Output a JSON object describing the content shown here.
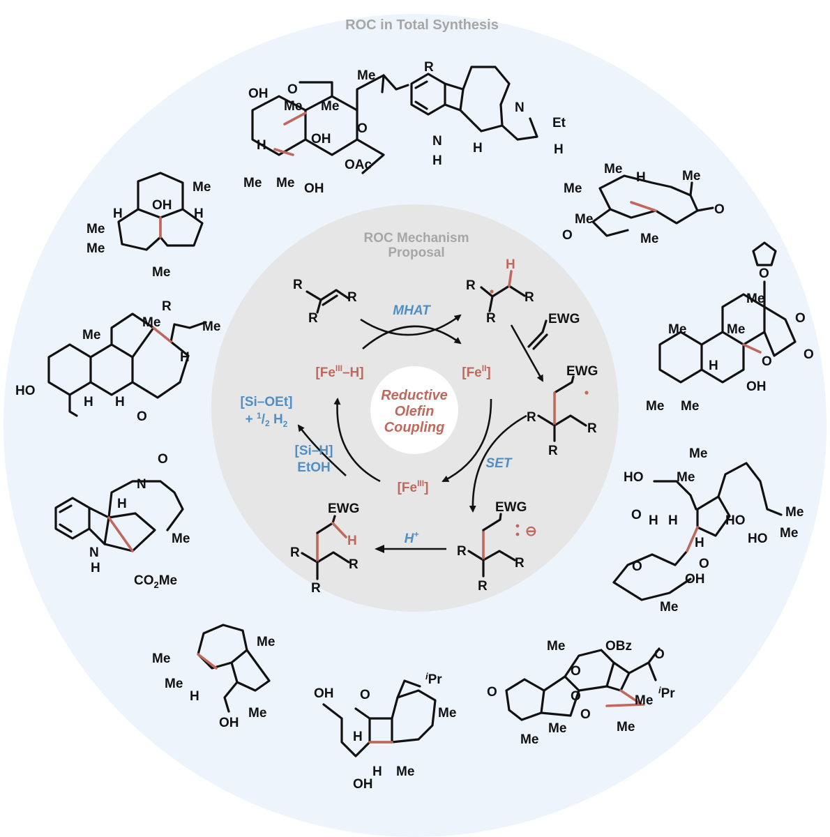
{
  "colors": {
    "outer_disk": "#eef4fb",
    "inner_disk": "#e6e6e6",
    "center_disk": "#ffffff",
    "accent_red": "#c0685c",
    "accent_blue": "#4f8fc6",
    "title_grey": "#a6a6a6",
    "ink": "#111111"
  },
  "titles": {
    "outer": "ROC in Total Synthesis",
    "inner_line1": "ROC Mechanism",
    "inner_line2": "Proposal"
  },
  "center": {
    "line1": "Reductive",
    "line2": "Olefin",
    "line3": "Coupling"
  },
  "cycle": {
    "fe3h_main": "[Fe",
    "fe3h_sup": "III",
    "fe3h_tail": "–H]",
    "fe2_main": "[Fe",
    "fe2_sup": "II",
    "fe2_tail": "]",
    "fe3_main": "[Fe",
    "fe3_sup": "III",
    "fe3_tail": "]",
    "mhat": "MHAT",
    "set": "SET",
    "hplus_main": "H",
    "hplus_sup": "+",
    "sih": "[Si–H]",
    "etoh": "EtOH",
    "sioet": "[Si–OEt]",
    "h2_prefix": "+ ",
    "h2_num": "1",
    "h2_slash": "/",
    "h2_den": "2",
    "h2_main": " H",
    "h2_sub": "2"
  },
  "mechanism_labels": {
    "r": "R",
    "h": "H",
    "ewg": "EWG",
    "anion": "⊖"
  },
  "natural_products": {
    "np1": [
      "OH",
      "O",
      "Me",
      "Me",
      "Me",
      "O",
      "OH",
      "H",
      "Me",
      "Me",
      "OAc",
      "OH"
    ],
    "np2": [
      "R",
      "N",
      "Et",
      "N",
      "H",
      "H",
      "H"
    ],
    "np3": [
      "Me",
      "H",
      "Me",
      "Me",
      "O",
      "Me",
      "Me",
      "O"
    ],
    "np4": [
      "Me",
      "OH",
      "H",
      "H",
      "Me",
      "Me",
      "Me"
    ],
    "np5": [
      "R",
      "Me",
      "Me",
      "H",
      "Me",
      "HO",
      "H",
      "H",
      "O"
    ],
    "np6": [
      "Me",
      "O",
      "O",
      "Me",
      "Me",
      "H",
      "O",
      "O",
      "OH",
      "Me",
      "Me"
    ],
    "np7": [
      "O",
      "N",
      "H",
      "Me",
      "N",
      "H",
      "CO",
      "2",
      "Me"
    ],
    "np8": [
      "Me",
      "HO",
      "Me",
      "O",
      "H",
      "H",
      "HO",
      "Me",
      "HO",
      "Me",
      "H",
      "O",
      "O",
      "OH",
      "Me"
    ],
    "np9": [
      "Me",
      "Me",
      "Me",
      "H",
      "OH",
      "Me"
    ],
    "np10": [
      "OH",
      "O",
      "i",
      "Pr",
      "Me",
      "H",
      "H",
      "Me",
      "OH"
    ],
    "np11": [
      "Me",
      "OBz",
      "O",
      "O",
      "i",
      "Pr",
      "O",
      "O",
      "O",
      "Me",
      "Me",
      "Me",
      "Me"
    ]
  }
}
